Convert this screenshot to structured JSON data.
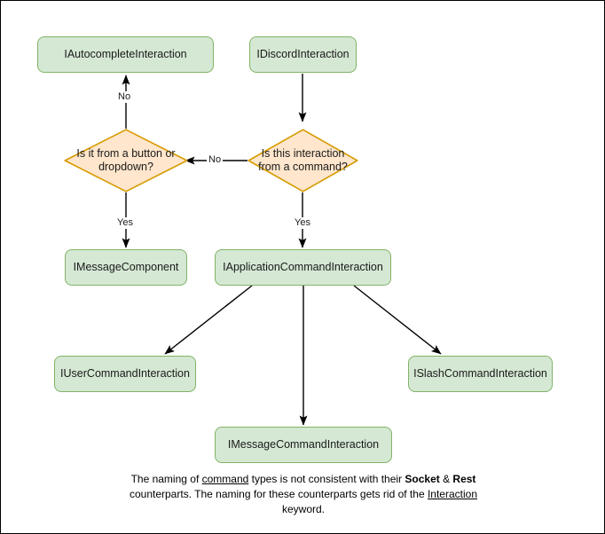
{
  "diagram": {
    "title": "Discord interaction type hierarchy flowchart",
    "colors": {
      "process_fill": "#d5e8d4",
      "process_stroke": "#82b366",
      "decision_fill": "#ffe6cc",
      "decision_stroke": "#d79b00",
      "edge_stroke": "#000000",
      "canvas_background": "#ffffff",
      "frame_border": "#000000"
    },
    "nodes": [
      {
        "id": "autocomplete",
        "type": "process",
        "label": "IAutocompleteInteraction"
      },
      {
        "id": "discord",
        "type": "process",
        "label": "IDiscordInteraction"
      },
      {
        "id": "decision_button",
        "type": "decision",
        "label": "Is it from a button or dropdown?"
      },
      {
        "id": "decision_command",
        "type": "decision",
        "label": "Is this interaction from a command?"
      },
      {
        "id": "messagecomponent",
        "type": "process",
        "label": "IMessageComponent"
      },
      {
        "id": "appcommand",
        "type": "process",
        "label": "IApplicationCommandInteraction"
      },
      {
        "id": "usercommand",
        "type": "process",
        "label": "IUserCommandInteraction"
      },
      {
        "id": "slashcommand",
        "type": "process",
        "label": "ISlashCommandInteraction"
      },
      {
        "id": "messagecommand",
        "type": "process",
        "label": "IMessageCommandInteraction"
      }
    ],
    "edges": [
      {
        "from": "discord",
        "to": "decision_command",
        "label": ""
      },
      {
        "from": "decision_command",
        "to": "decision_button",
        "label": "No"
      },
      {
        "from": "decision_command",
        "to": "appcommand",
        "label": "Yes"
      },
      {
        "from": "decision_button",
        "to": "autocomplete",
        "label": "No"
      },
      {
        "from": "decision_button",
        "to": "messagecomponent",
        "label": "Yes"
      },
      {
        "from": "appcommand",
        "to": "usercommand",
        "label": ""
      },
      {
        "from": "appcommand",
        "to": "messagecommand",
        "label": ""
      },
      {
        "from": "appcommand",
        "to": "slashcommand",
        "label": ""
      }
    ],
    "edge_labels": {
      "command_no": "No",
      "command_yes": "Yes",
      "button_no": "No",
      "button_yes": "Yes"
    },
    "footnote": {
      "part1": "The naming of ",
      "underline1": "command",
      "part2": " types is not consistent with their ",
      "bold1": "Socket",
      "part3": " & ",
      "bold2": "Rest",
      "part4": " counterparts. The naming for these counterparts gets rid of the ",
      "underline2": "Interaction",
      "part5": " keyword."
    }
  }
}
